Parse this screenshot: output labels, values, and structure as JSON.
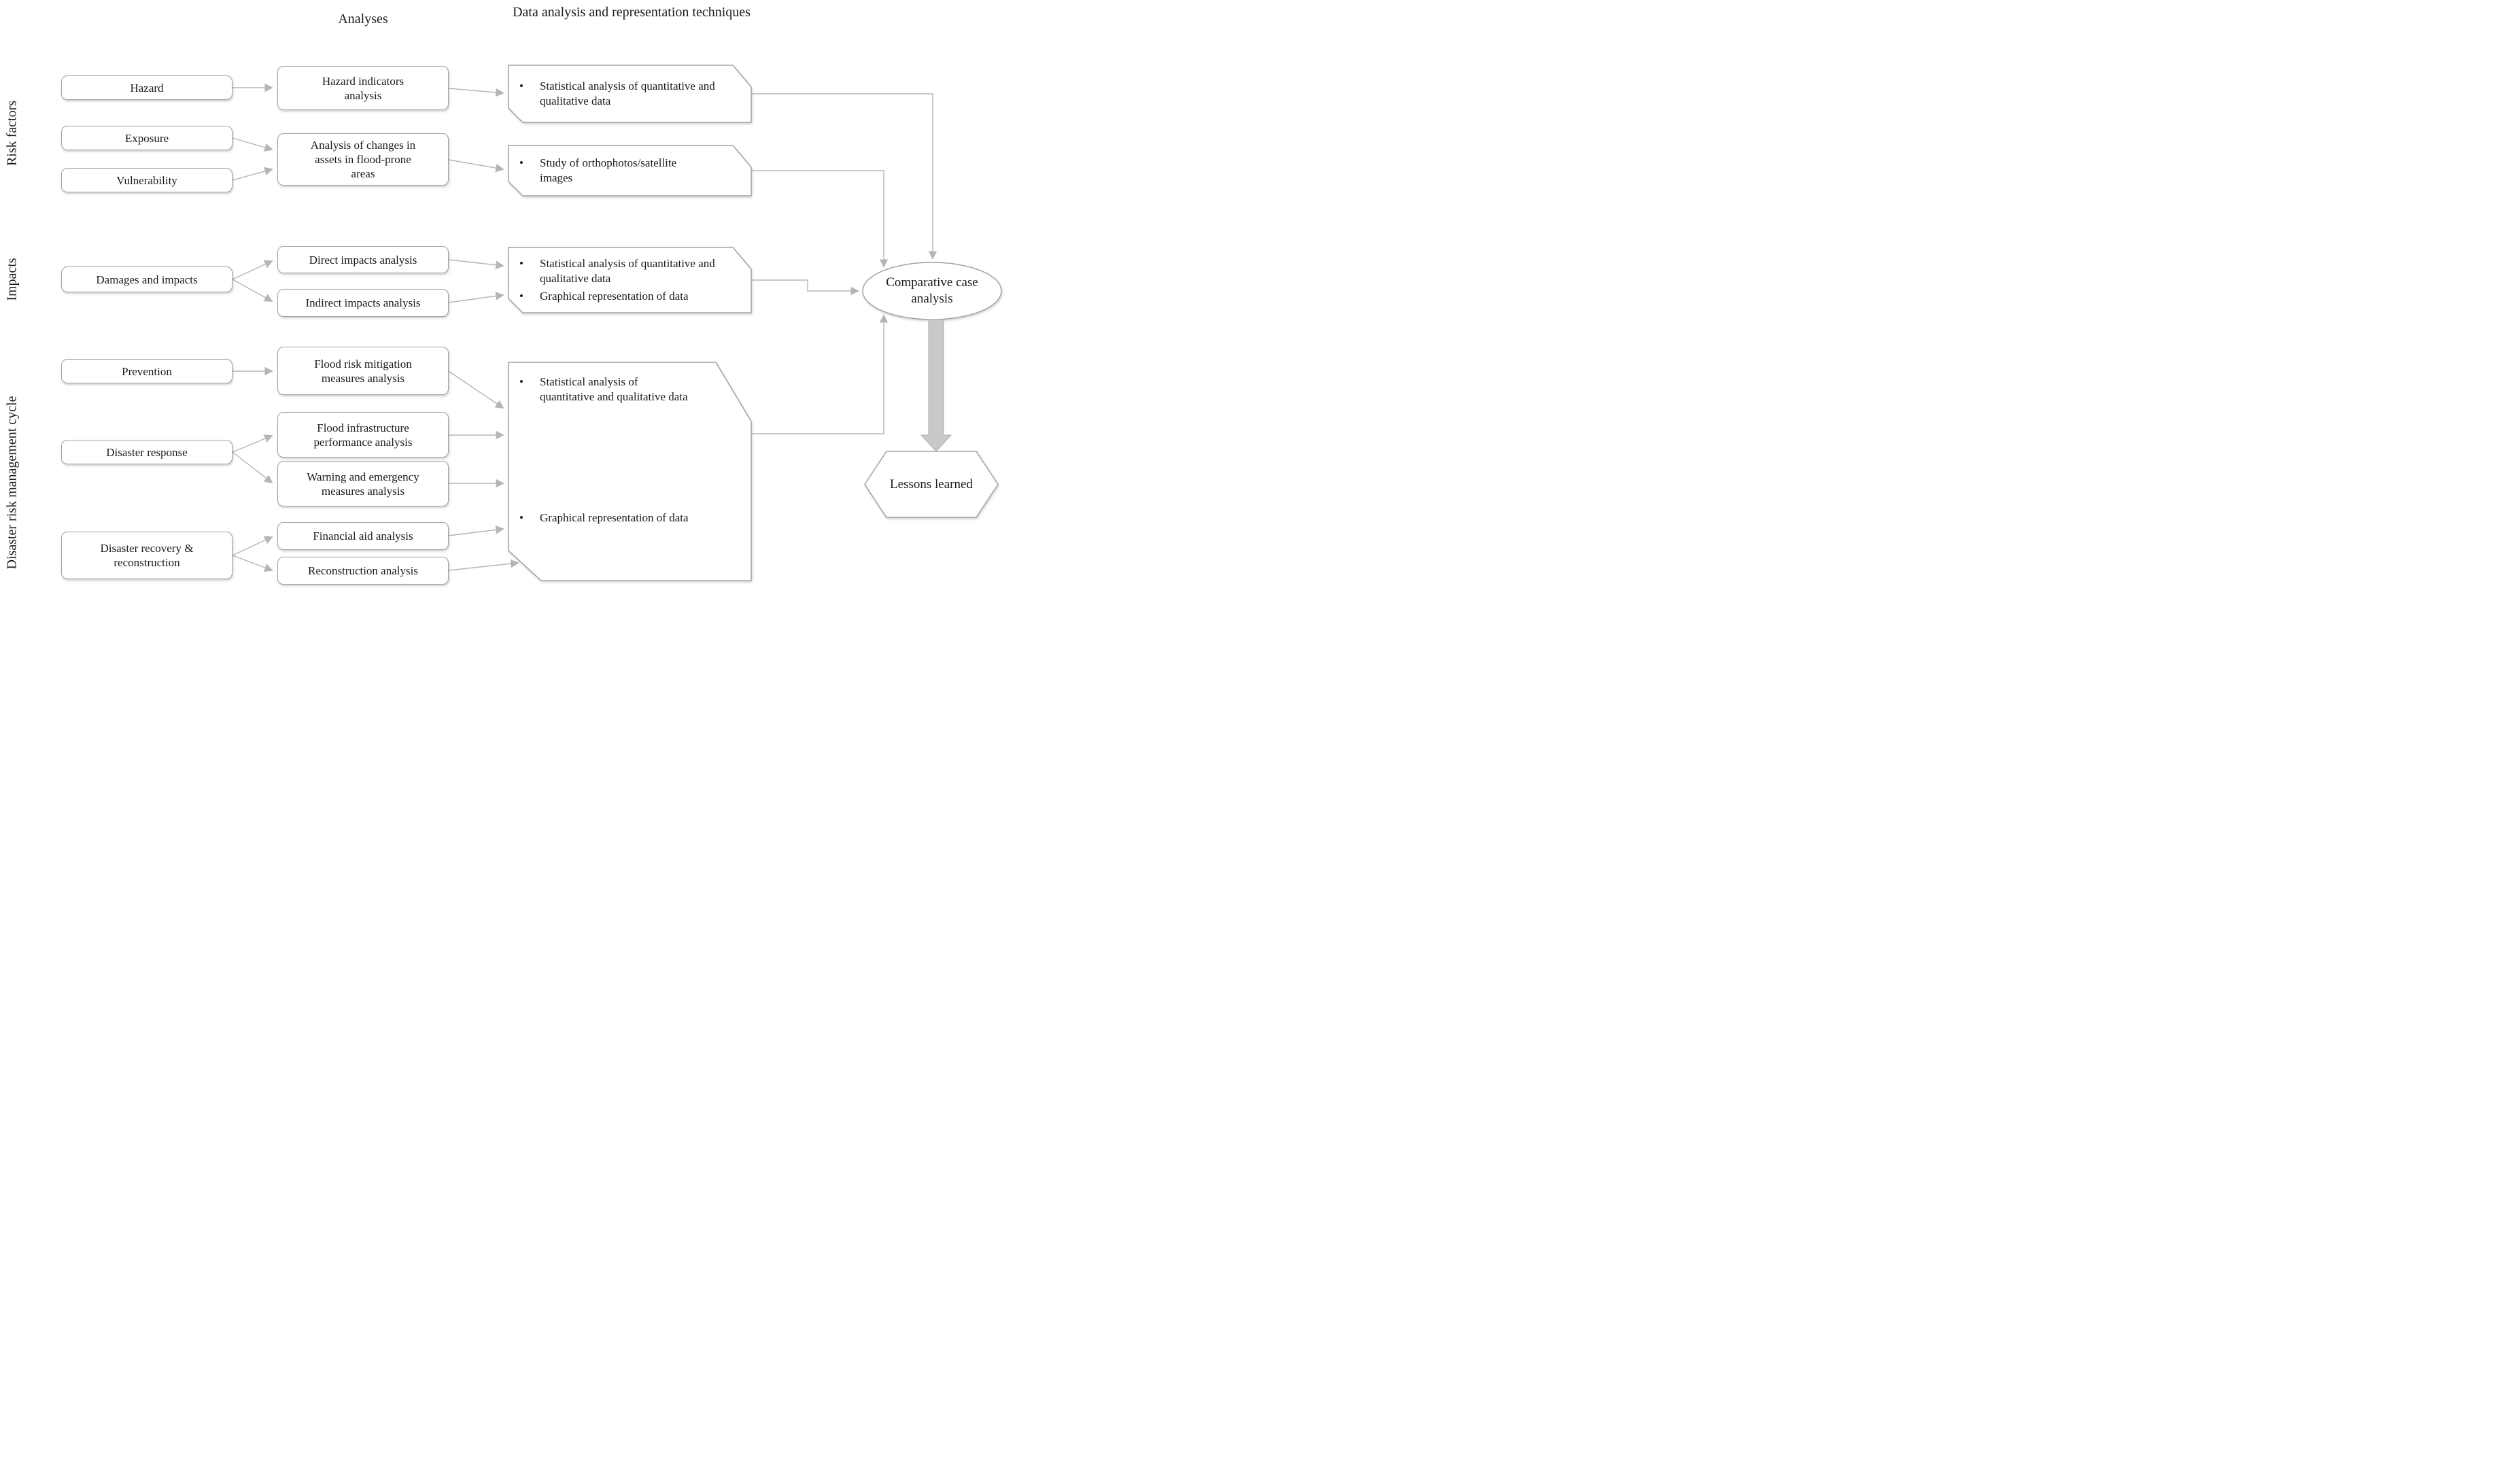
{
  "diagram": {
    "column_headers": {
      "analyses": "Analyses",
      "techniques": "Data analysis and representation techniques"
    },
    "row_groups": [
      {
        "label": "Risk factors"
      },
      {
        "label": "Impacts"
      },
      {
        "label": "Disaster risk management cycle"
      }
    ],
    "risk_factor_boxes": [
      {
        "label": "Hazard"
      },
      {
        "label": "Exposure"
      },
      {
        "label": "Vulnerability"
      },
      {
        "label": "Damages and impacts"
      },
      {
        "label": "Prevention"
      },
      {
        "label": "Disaster response"
      },
      {
        "label": "Disaster recovery & reconstruction"
      }
    ],
    "analysis_boxes": [
      {
        "label": "Hazard indicators analysis"
      },
      {
        "label": "Analysis of changes in assets in flood-prone areas"
      },
      {
        "label": "Direct impacts analysis"
      },
      {
        "label": "Indirect impacts analysis"
      },
      {
        "label": "Flood risk mitigation measures analysis"
      },
      {
        "label": "Flood infrastructure performance analysis"
      },
      {
        "label": "Warning and emergency measures analysis"
      },
      {
        "label": "Financial aid analysis"
      },
      {
        "label": "Reconstruction analysis"
      }
    ],
    "technique_boxes": {
      "box1": {
        "bullets": [
          "Statistical analysis of quantitative and qualitative data"
        ]
      },
      "box2": {
        "bullets": [
          "Study of orthophotos/satellite images"
        ]
      },
      "box3": {
        "bullets": [
          "Statistical analysis of quantitative and qualitative data",
          "Graphical representation of data"
        ]
      },
      "box4": {
        "bullets": [
          "Statistical analysis of quantitative and qualitative data",
          "Graphical representation of data"
        ]
      }
    },
    "outcome_nodes": {
      "comparative": "Comparative case analysis",
      "lessons": "Lessons learned"
    },
    "glyphs": {
      "bullet": "•"
    },
    "colors": {
      "box_border": "#a3a3a3",
      "connector": "#b5b5b5",
      "thick_arrow_fill": "#c9c9c9",
      "text": "#1b1b1b"
    }
  }
}
